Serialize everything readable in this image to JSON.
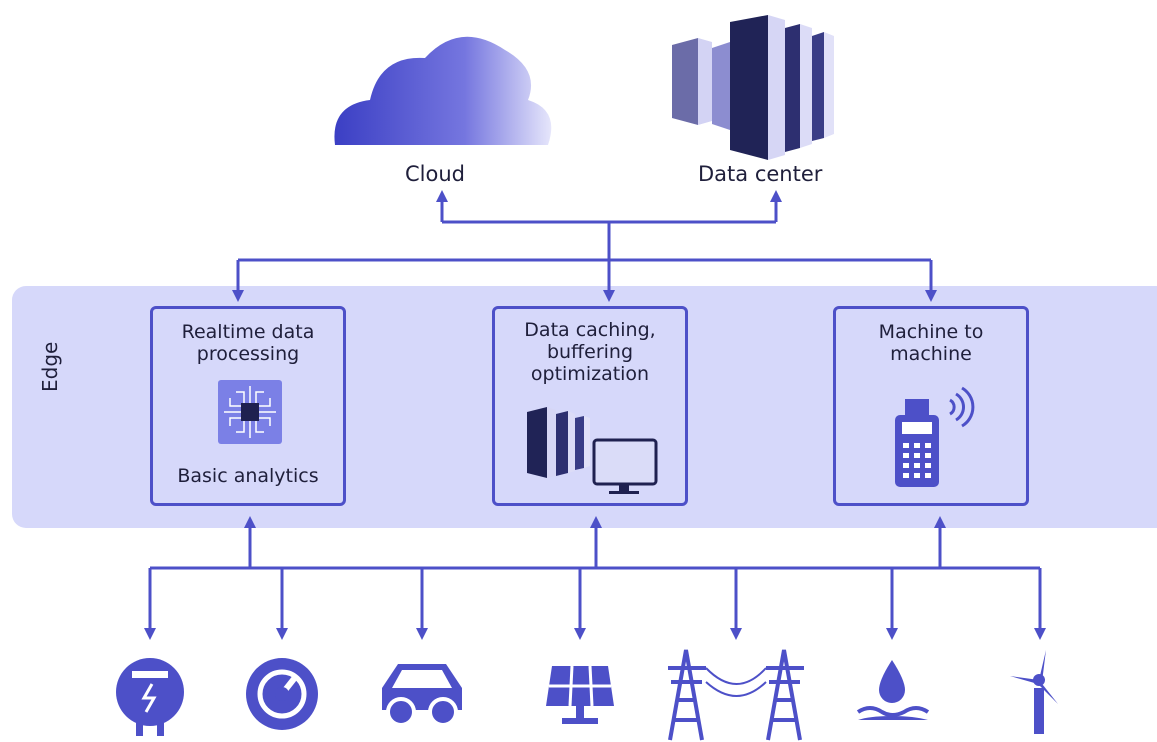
{
  "top": {
    "cloud_label": "Cloud",
    "datacenter_label": "Data center"
  },
  "edge": {
    "label": "Edge",
    "boxes": [
      {
        "title": "Realtime data\nprocessing",
        "subtitle": "Basic analytics",
        "icon": "chip-icon"
      },
      {
        "title": "Data caching,\nbuffering\noptimization",
        "icon": "server-monitor-icon"
      },
      {
        "title": "Machine to\nmachine",
        "icon": "payment-terminal-icon"
      }
    ]
  },
  "devices": [
    {
      "icon": "smart-meter-icon"
    },
    {
      "icon": "gauge-icon"
    },
    {
      "icon": "car-icon"
    },
    {
      "icon": "solar-panel-icon"
    },
    {
      "icon": "power-tower-icon"
    },
    {
      "icon": "water-icon"
    },
    {
      "icon": "wind-turbine-icon"
    }
  ],
  "colors": {
    "accent": "#4d50c8",
    "edge_band": "#d6d8fa",
    "cloud_gradient_start": "#3b3fc4",
    "cloud_gradient_end": "#e6e6fb"
  }
}
